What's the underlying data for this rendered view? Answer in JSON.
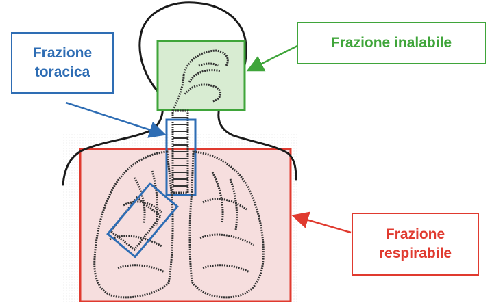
{
  "labels": {
    "toracica": {
      "line1": "Frazione",
      "line2": "toracica",
      "color": "#2e6db4"
    },
    "inalabile": {
      "text": "Frazione inalabile",
      "color": "#3fa53a"
    },
    "respirabile": {
      "line1": "Frazione",
      "line2": "respirabile",
      "color": "#e03a2f"
    }
  },
  "colors": {
    "outline": "#1a1a1a",
    "region_inhalable_fill": "#d8ecd2",
    "region_respirable_fill": "#f6dede",
    "region_thoracic_stroke": "#2e6db4",
    "region_respirable_stroke": "#e03a2f",
    "region_inhalable_stroke": "#3fa53a"
  }
}
